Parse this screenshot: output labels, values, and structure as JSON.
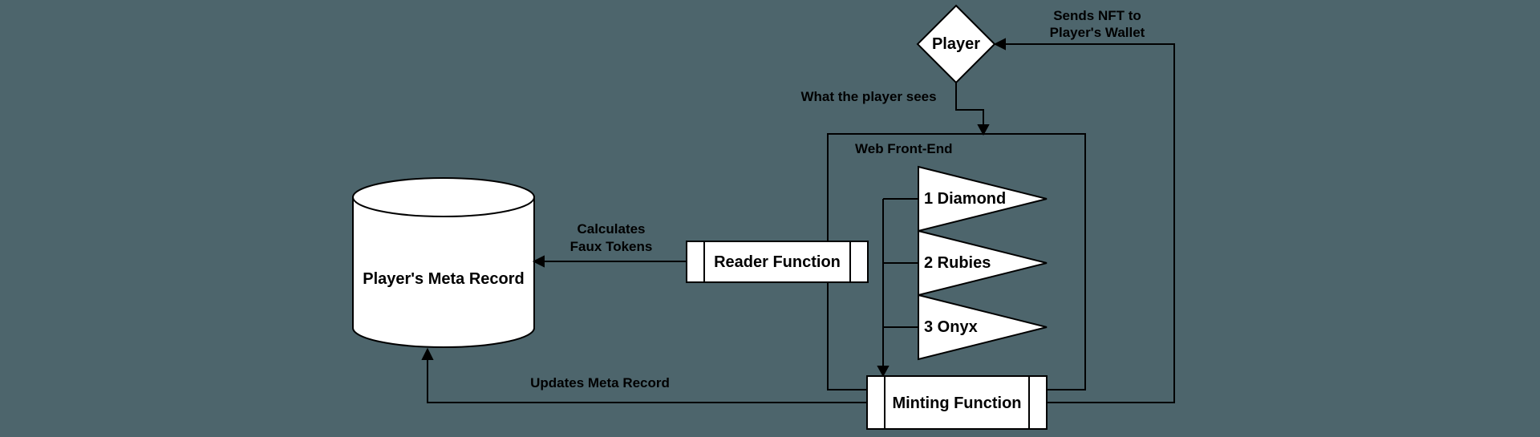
{
  "colors": {
    "background": "#4d656c",
    "shape_fill": "#ffffff",
    "stroke": "#000000",
    "text": "#000000"
  },
  "player": {
    "label": "Player"
  },
  "web_front_end": {
    "label": "Web Front-End",
    "items": [
      {
        "label": "1 Diamond"
      },
      {
        "label": "2 Rubies"
      },
      {
        "label": "3 Onyx"
      }
    ]
  },
  "reader_function": {
    "label": "Reader Function"
  },
  "minting_function": {
    "label": "Minting Function"
  },
  "meta_record": {
    "label": "Player's Meta Record"
  },
  "edges": {
    "sends_nft": "Sends NFT to\nPlayer's Wallet",
    "what_player_sees": "What the player sees",
    "calculates": "Calculates\nFaux Tokens",
    "updates": "Updates Meta Record"
  }
}
